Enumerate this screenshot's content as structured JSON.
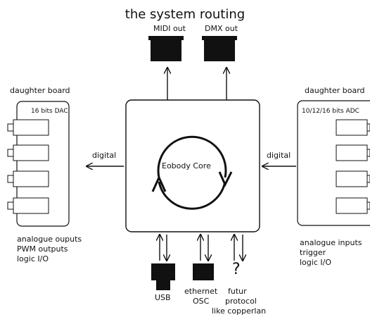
{
  "title": "the system routing",
  "top_outputs": {
    "midi": "MIDI out",
    "dmx": "DMX out"
  },
  "core": {
    "label": "Eobody Core"
  },
  "left_board": {
    "title": "daughter board",
    "chip": "16 bits DAC",
    "link": "digital",
    "description": [
      "analogue ouputs",
      "PWM outputs",
      "logic I/O"
    ]
  },
  "right_board": {
    "title": "daughter board",
    "chip": "10/12/16 bits ADC",
    "link": "digital",
    "description": [
      "analogue inputs",
      "trigger",
      "logic I/O"
    ]
  },
  "bottom_ports": {
    "usb": "USB",
    "ethernet": [
      "ethernet",
      "OSC"
    ],
    "future_symbol": "?",
    "future": [
      "futur",
      "protocol",
      "like copperlan"
    ]
  },
  "colors": {
    "line": "#111111",
    "fill": "#111111",
    "background": "#ffffff"
  }
}
